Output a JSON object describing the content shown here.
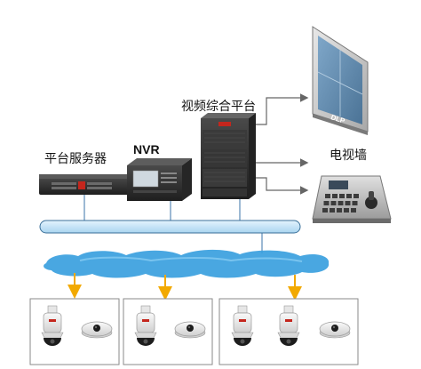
{
  "nodes": {
    "platform_server": "平台服务器",
    "nvr": "NVR",
    "video_platform": "视频综合平台",
    "video_wall": "电视墙"
  },
  "device_marks": {
    "wall_logo": "DLP"
  },
  "colors": {
    "bus": "#bfe0f6",
    "bus_edge": "#3a6f98",
    "cloud": "#3aa0de",
    "arrow": "#f2a900",
    "line": "#3a73a8",
    "device_dark": "#2a2a2a"
  },
  "camera_groups": [
    {
      "cameras": [
        "dome-camera",
        "fisheye-camera"
      ]
    },
    {
      "cameras": [
        "dome-camera",
        "fisheye-camera"
      ]
    },
    {
      "cameras": [
        "dome-camera",
        "dome-camera",
        "fisheye-camera"
      ]
    }
  ]
}
